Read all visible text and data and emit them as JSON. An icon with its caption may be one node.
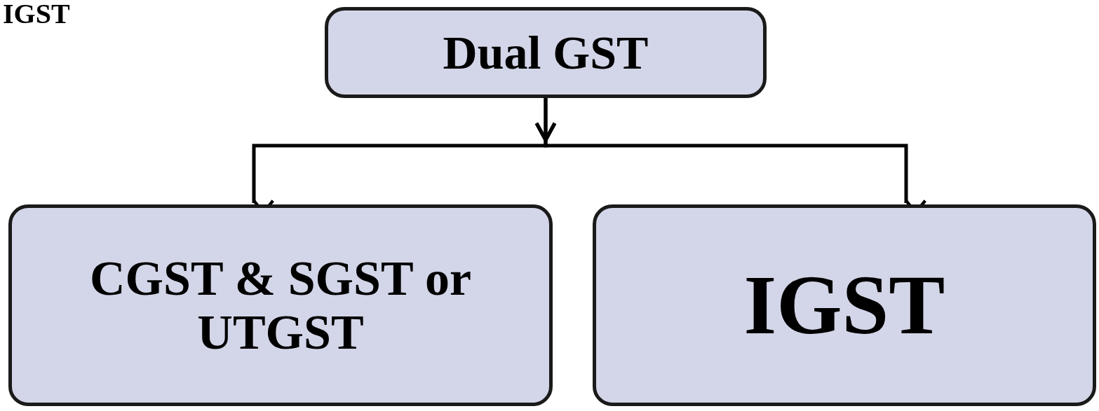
{
  "diagram": {
    "nodes": [
      {
        "text": [
          "Dual GST"
        ]
      },
      {
        "text": [
          "CGST & SGST or UTGST"
        ]
      },
      {
        "text": [
          "IGST"
        ]
      }
    ],
    "edges": [
      {
        "from": 0,
        "to": 1,
        "arrow": "to"
      },
      {
        "from": 0,
        "to": 2,
        "arrow": "to"
      }
    ],
    "labels": [
      "IGST"
    ]
  }
}
